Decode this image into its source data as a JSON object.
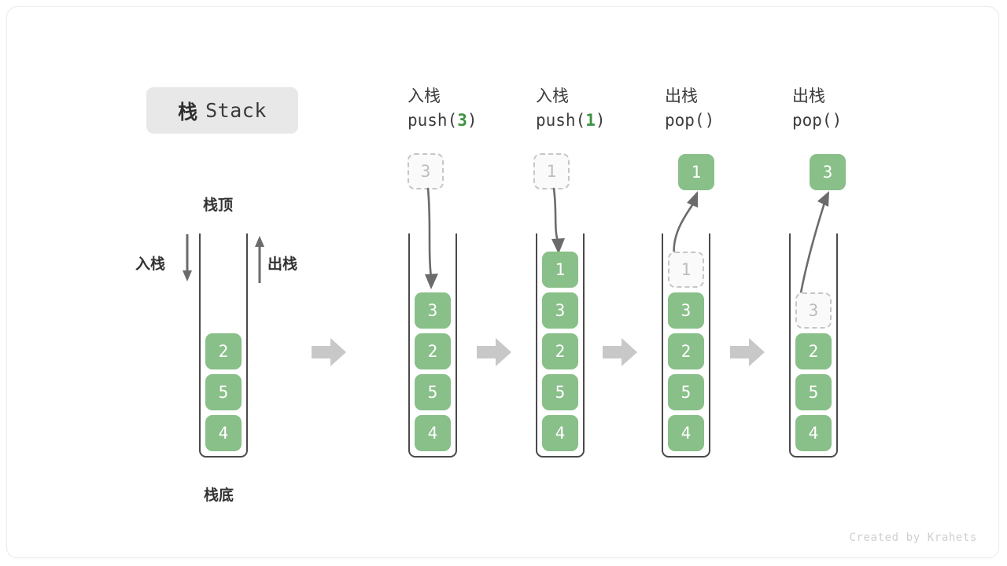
{
  "title": {
    "cn": "栈",
    "en": "Stack"
  },
  "left_stack": {
    "top_label": "栈顶",
    "bottom_label": "栈底",
    "push_label": "入栈",
    "pop_label": "出栈",
    "items": [
      "2",
      "5",
      "4"
    ]
  },
  "colors": {
    "tile_green": "#89bf89",
    "tile_text": "#ffffff",
    "ghost_fill": "#fafafa",
    "ghost_border": "#c6c6c6",
    "ghost_text": "#bdbdbd",
    "arrow_gray": "#6b6b6b",
    "step_arrow_gray": "#c8c8c8",
    "wall": "#4a4a4a",
    "badge_bg": "#e8e8e8",
    "accent_green": "#3e9142"
  },
  "steps": [
    {
      "id": "push-3",
      "head_cn": "入栈",
      "head_code_prefix": "push(",
      "head_code_arg": "3",
      "head_code_suffix": ")",
      "floating_value": "3",
      "floating_style": "ghost",
      "direction": "in",
      "stack_items": [
        {
          "value": "3",
          "style": "green"
        },
        {
          "value": "2",
          "style": "green"
        },
        {
          "value": "5",
          "style": "green"
        },
        {
          "value": "4",
          "style": "green"
        }
      ]
    },
    {
      "id": "push-1",
      "head_cn": "入栈",
      "head_code_prefix": "push(",
      "head_code_arg": "1",
      "head_code_suffix": ")",
      "floating_value": "1",
      "floating_style": "ghost",
      "direction": "in",
      "stack_items": [
        {
          "value": "1",
          "style": "green"
        },
        {
          "value": "3",
          "style": "green"
        },
        {
          "value": "2",
          "style": "green"
        },
        {
          "value": "5",
          "style": "green"
        },
        {
          "value": "4",
          "style": "green"
        }
      ]
    },
    {
      "id": "pop-1",
      "head_cn": "出栈",
      "head_code_prefix": "pop(",
      "head_code_arg": "",
      "head_code_suffix": ")",
      "floating_value": "1",
      "floating_style": "green",
      "direction": "out",
      "stack_items": [
        {
          "value": "1",
          "style": "ghost"
        },
        {
          "value": "3",
          "style": "green"
        },
        {
          "value": "2",
          "style": "green"
        },
        {
          "value": "5",
          "style": "green"
        },
        {
          "value": "4",
          "style": "green"
        }
      ]
    },
    {
      "id": "pop-3",
      "head_cn": "出栈",
      "head_code_prefix": "pop(",
      "head_code_arg": "",
      "head_code_suffix": ")",
      "floating_value": "3",
      "floating_style": "green",
      "direction": "out",
      "stack_items": [
        {
          "value": "3",
          "style": "ghost"
        },
        {
          "value": "2",
          "style": "green"
        },
        {
          "value": "5",
          "style": "green"
        },
        {
          "value": "4",
          "style": "green"
        }
      ]
    }
  ],
  "watermark": "Created by Krahets"
}
